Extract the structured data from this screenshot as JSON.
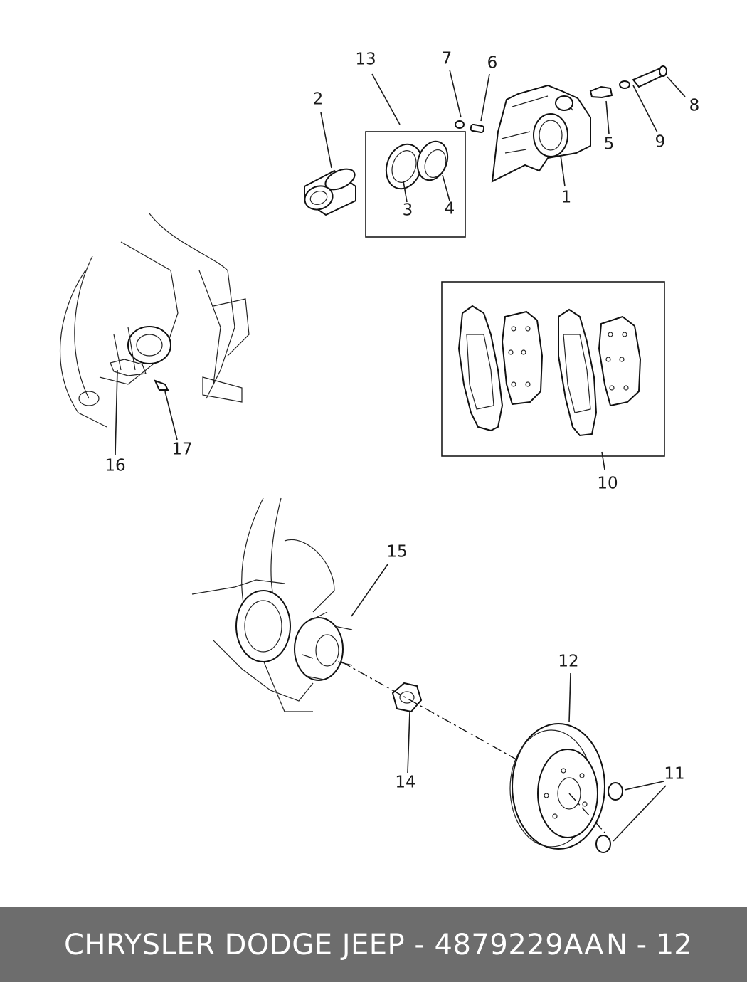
{
  "diagram": {
    "callouts": [
      "1",
      "2",
      "3",
      "4",
      "5",
      "6",
      "7",
      "8",
      "9",
      "10",
      "11",
      "12",
      "13",
      "14",
      "15",
      "16",
      "17"
    ]
  },
  "footer": {
    "title": "CHRYSLER DODGE JEEP - 4879229AA",
    "page": "N - 12",
    "background": "#6d6d6d",
    "text_color": "#ffffff"
  }
}
